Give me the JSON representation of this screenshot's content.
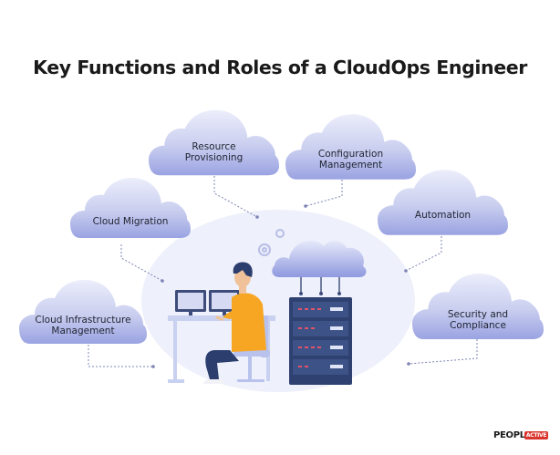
{
  "title": "Key Functions and Roles of a CloudOps Engineer",
  "clouds": {
    "resource_provisioning": {
      "line1": "Resource",
      "line2": "Provisioning"
    },
    "configuration_management": {
      "line1": "Configuration",
      "line2": "Management"
    },
    "cloud_migration": {
      "line1": "Cloud Migration"
    },
    "automation": {
      "line1": "Automation"
    },
    "cloud_infrastructure_management": {
      "line1": "Cloud Infrastructure",
      "line2": "Management"
    },
    "security_and_compliance": {
      "line1": "Security and",
      "line2": "Compliance"
    }
  },
  "logo": {
    "text": "PEOPL",
    "badge": "ACTIVE"
  },
  "colors": {
    "cloud_light": "#dfe2f7",
    "cloud_dark": "#a7aee6",
    "server": "#2f4170",
    "shirt": "#f6a623",
    "desk": "#c9d1f0",
    "background_blob": "#eef0fb"
  }
}
